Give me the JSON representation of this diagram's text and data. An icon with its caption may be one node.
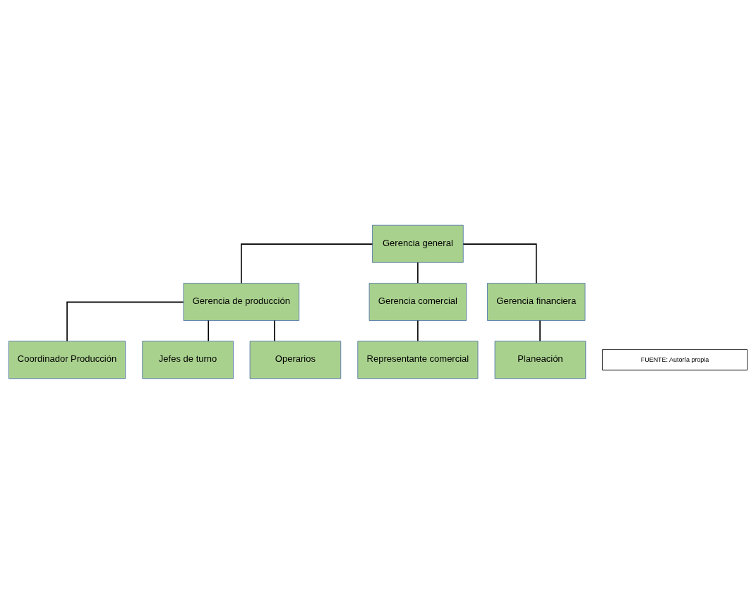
{
  "diagram": {
    "nodes": [
      {
        "text": [
          "Gerencia general"
        ]
      },
      {
        "text": [
          "Gerencia de producción"
        ]
      },
      {
        "text": [
          "Gerencia comercial"
        ]
      },
      {
        "text": [
          "Gerencia financiera"
        ]
      },
      {
        "text": [
          "Representante comercial"
        ]
      },
      {
        "text": [
          "Planeación"
        ]
      },
      {
        "text": [
          "Coordinador Producción"
        ]
      },
      {
        "text": [
          "Jefes de turno"
        ]
      },
      {
        "text": [
          "Operarios"
        ]
      },
      {
        "text": [
          "FUENTE: Autoría propia"
        ]
      }
    ],
    "edges": [
      {
        "from": 0,
        "to": 1,
        "arrow": "none"
      },
      {
        "from": 0,
        "to": 2,
        "arrow": "none"
      },
      {
        "from": 0,
        "to": 3,
        "arrow": "none"
      },
      {
        "from": 2,
        "to": 4,
        "arrow": "none"
      },
      {
        "from": 3,
        "to": 5,
        "arrow": "none"
      },
      {
        "from": 1,
        "to": 6,
        "arrow": "none"
      },
      {
        "from": 1,
        "to": 7,
        "arrow": "none"
      },
      {
        "from": 1,
        "to": 8,
        "arrow": "none"
      }
    ]
  }
}
